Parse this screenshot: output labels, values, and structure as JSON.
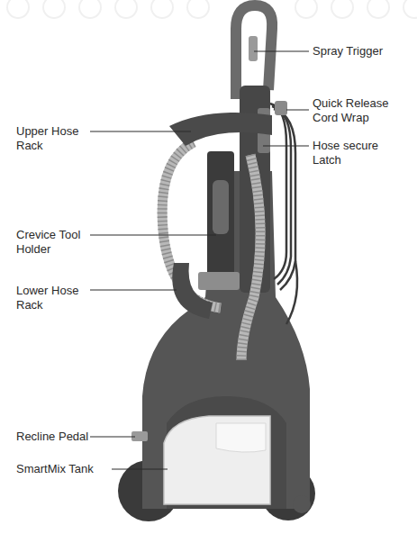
{
  "diagram": {
    "labels": [
      "Spray Trigger",
      "Quick Release Cord Wrap",
      "Hose secure Latch",
      "Upper Hose Rack",
      "Crevice Tool Holder",
      "Lower Hose Rack",
      "Recline Pedal",
      "SmartMix Tank"
    ]
  }
}
